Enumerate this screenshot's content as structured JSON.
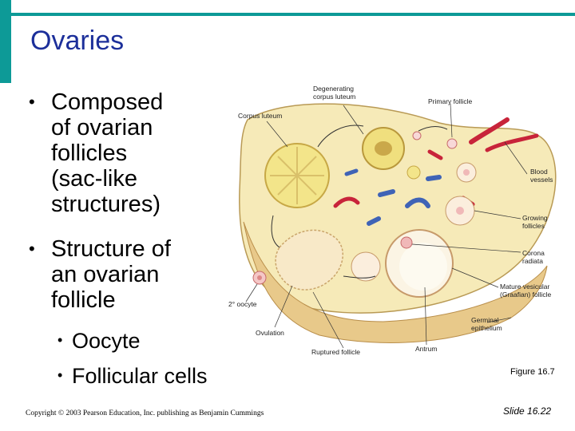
{
  "slide": {
    "title": "Ovaries",
    "bullets": [
      {
        "lines": [
          "Composed",
          "of ovarian",
          "follicles",
          "(sac-like",
          "structures)"
        ]
      },
      {
        "lines": [
          "Structure of",
          "an ovarian",
          "follicle"
        ]
      }
    ],
    "sub_bullets": [
      "Oocyte",
      "Follicular cells"
    ],
    "copyright": "Copyright © 2003 Pearson Education, Inc. publishing as Benjamin Cummings",
    "figure_label": "Figure 16.7",
    "slide_number": "Slide 16.22"
  },
  "diagram": {
    "labels": {
      "degenerating_corpus_luteum": [
        "Degenerating",
        "corpus luteum"
      ],
      "corpus_luteum": "Corpus luteum",
      "primary_follicle": "Primary follicle",
      "blood_vessels": [
        "Blood",
        "vessels"
      ],
      "growing_follicles": [
        "Growing",
        "follicles"
      ],
      "corona_radiata": [
        "Corona",
        "radiata"
      ],
      "mature_follicle": [
        "Mature vesicular",
        "(Graafian) follicle"
      ],
      "secondary_oocyte": "2° oocyte",
      "germinal_epithelium": [
        "Germinal",
        "epithelium"
      ],
      "ovulation": "Ovulation",
      "ruptured_follicle": "Ruptured follicle",
      "antrum": "Antrum"
    }
  },
  "colors": {
    "accent": "#0d9a97",
    "title": "#1c2f9a",
    "ovary_fill": "#f6eab8",
    "corpus_luteum": "#f3e58a",
    "vessel_red": "#c8243a",
    "vessel_blue": "#3f63b6"
  }
}
